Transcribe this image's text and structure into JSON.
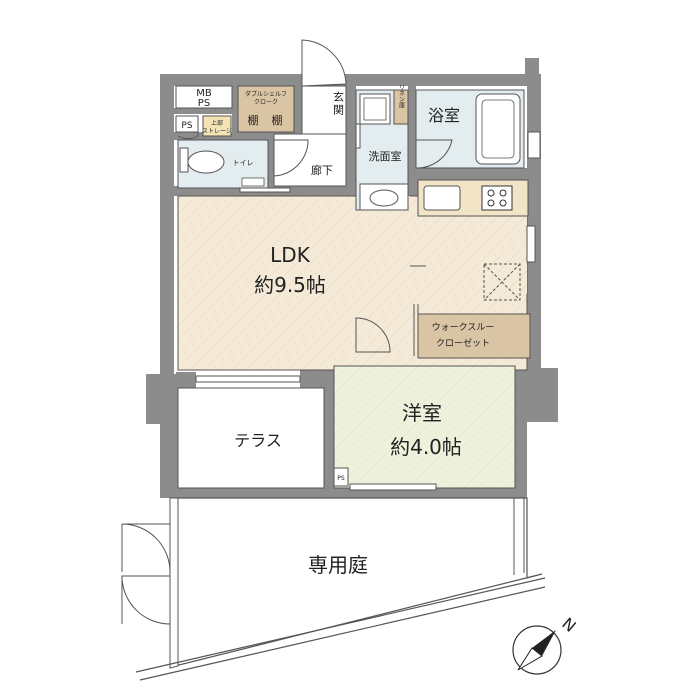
{
  "rooms": {
    "ldk": {
      "name": "LDK",
      "size": "約9.5帖",
      "color": "#f5ead8"
    },
    "western_room": {
      "name": "洋室",
      "size": "約4.0帖",
      "color": "#eef2dc"
    },
    "bathroom": {
      "name": "浴室",
      "color": "#e3ecee"
    },
    "washroom": {
      "name": "洗面室",
      "color": "#e3ecee"
    },
    "toilet": {
      "name": "トイレ",
      "color": "#e3ecee"
    },
    "hallway": {
      "name": "廊下"
    },
    "entrance": {
      "name": "玄関"
    },
    "terrace": {
      "name": "テラス"
    },
    "private_garden": {
      "name": "専用庭"
    },
    "walk_through_closet": {
      "name_line1": "ウォークスルー",
      "name_line2": "クローゼット",
      "color": "#d9c4a3"
    },
    "double_shelf_cloak": {
      "name_line1": "ダブルシェルフ",
      "name_line2": "クローク",
      "shelf_left": "棚",
      "shelf_right": "棚",
      "color": "#d9c4a3"
    },
    "upper_storage": {
      "name_line1": "上部",
      "name_line2": "ストレージ",
      "color": "#f3e3b5"
    },
    "linen": {
      "name": "リネン庫",
      "color": "#d9c4a3"
    }
  },
  "labels": {
    "mb": "MB",
    "ps": "PS",
    "ps_small": "PS",
    "ps_room": "PS"
  },
  "compass": {
    "label": "N",
    "icon": "north-arrow-icon"
  },
  "colors": {
    "wall": "#8c8c8c",
    "wall_outline": "#555555",
    "kitchen_counter": "#f2e4c6"
  }
}
